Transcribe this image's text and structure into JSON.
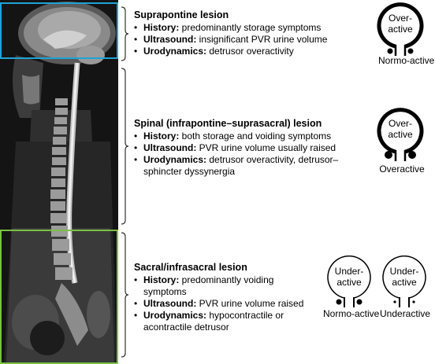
{
  "sections": [
    {
      "title": "Suprapontine lesion",
      "items": [
        {
          "key": "History:",
          "value": " predominantly storage symptoms"
        },
        {
          "key": "Ultrasound:",
          "value": " insignificant PVR urine volume"
        },
        {
          "key": "Urodynamics:",
          "value": " detrusor overactivity"
        }
      ]
    },
    {
      "title": "Spinal (infrapontine–suprasacral) lesion",
      "items": [
        {
          "key": "History:",
          "value": " both storage and voiding symptoms"
        },
        {
          "key": "Ultrasound:",
          "value": " PVR urine volume usually raised"
        },
        {
          "key": "Urodynamics:",
          "value": " detrusor overactivity, detrusor–sphincter dyssynergia"
        }
      ]
    },
    {
      "title": "Sacral/infrasacral lesion",
      "items": [
        {
          "key": "History:",
          "value": " predominantly voiding symptoms"
        },
        {
          "key": "Ultrasound:",
          "value": " PVR urine volume raised"
        },
        {
          "key": "Urodynamics:",
          "value": " hypocontractile or acontractile detrusor"
        }
      ]
    }
  ],
  "bladders": [
    {
      "inner": [
        "Over-",
        "active"
      ],
      "label": "Normo-active"
    },
    {
      "inner": [
        "Over-",
        "active"
      ],
      "label": "Overactive"
    },
    {
      "inner": [
        "Under-",
        "active"
      ],
      "label": "Normo-active"
    },
    {
      "inner": [
        "Under-",
        "active"
      ],
      "label": "Underactive"
    }
  ],
  "colors": {
    "upper_box": "#1fa3d6",
    "lower_box": "#7ac143"
  }
}
